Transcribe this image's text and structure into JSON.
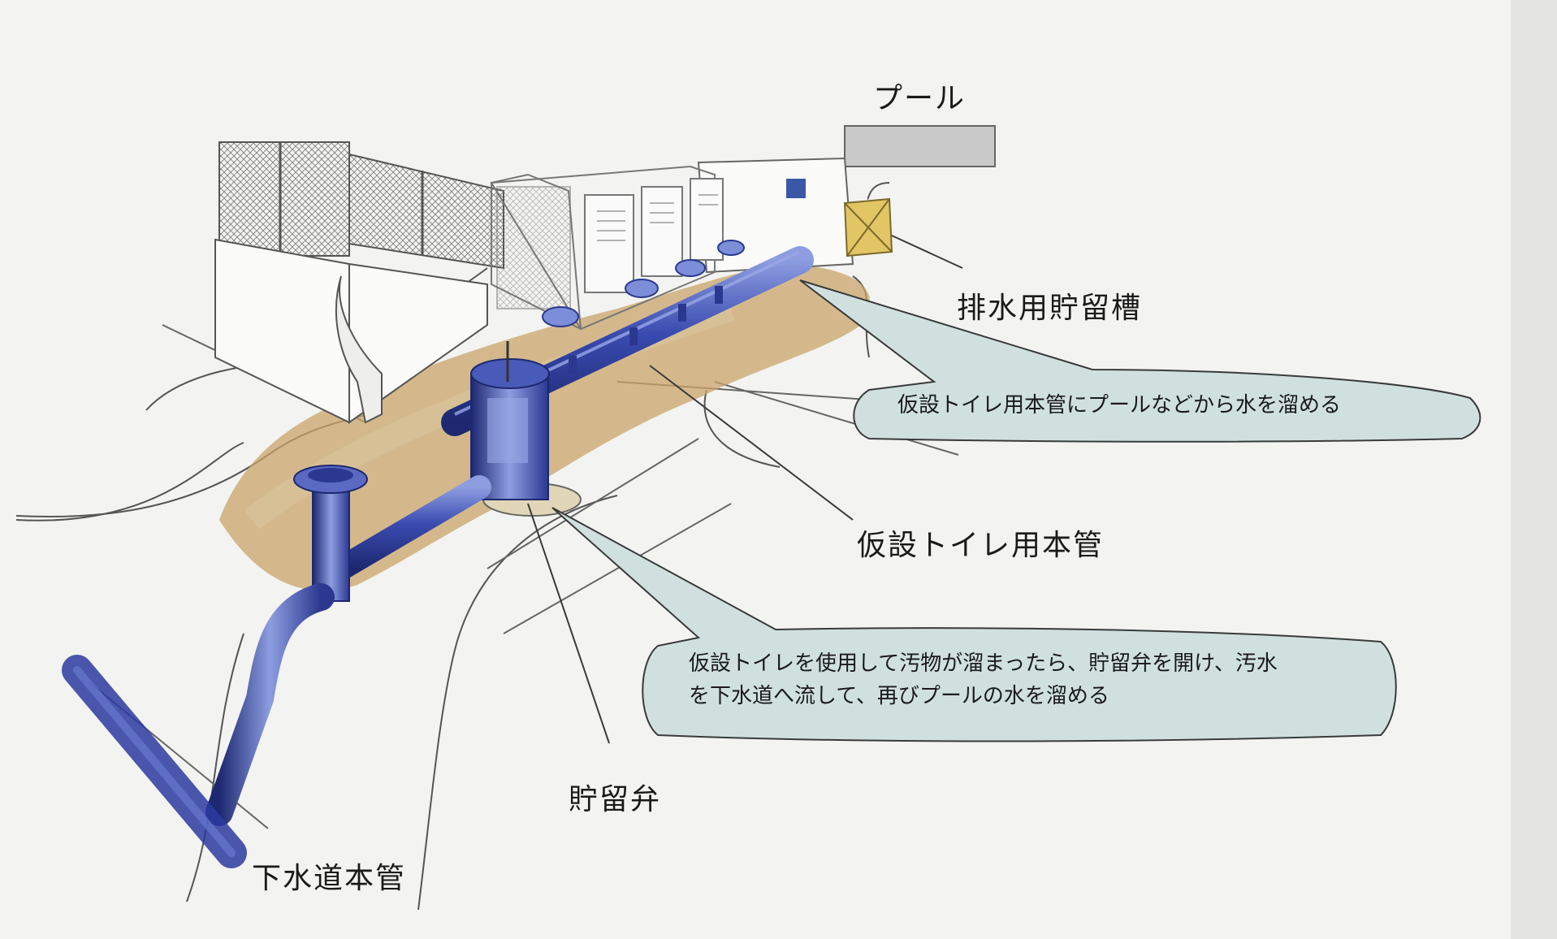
{
  "labels": {
    "pool": "プール",
    "drain_tank": "排水用貯留槽",
    "toilet_main_pipe": "仮設トイレ用本管",
    "storage_valve": "貯留弁",
    "sewer_main": "下水道本管"
  },
  "callouts": {
    "fill_water": "仮設トイレ用本管にプールなどから水を溜める",
    "operation_line1": "仮設トイレを使用して汚物が溜まったら、貯留弁を開け、汚水",
    "operation_line2": "を下水道へ流して、再びプールの水を溜める"
  },
  "colors": {
    "paper": "#f3f3f1",
    "pipe": "#2f3f9c",
    "pipe_highlight": "#8d9de0",
    "soil": "#c9a46a",
    "callout_fill": "#cfe0df",
    "line": "#3a3a3a"
  }
}
